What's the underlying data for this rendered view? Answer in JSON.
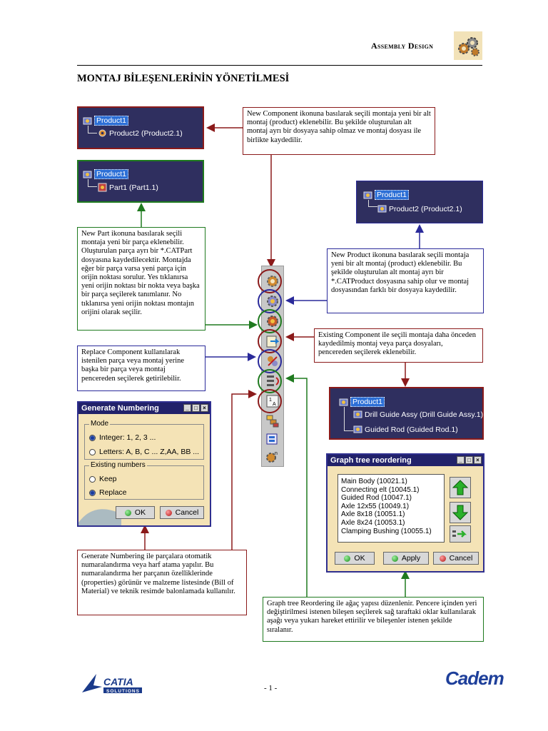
{
  "header": {
    "title": "Assembly Design",
    "icon": "gears-icon"
  },
  "page_title": "MONTAJ BİLEŞENLERİNİN YÖNETİLMESİ",
  "trees": {
    "component": {
      "root": "Product1",
      "child": "Product2 (Product2.1)"
    },
    "part": {
      "root": "Product1",
      "child": "Part1 (Part1.1)"
    },
    "product": {
      "root": "Product1",
      "child": "Product2 (Product2.1)"
    },
    "existing": {
      "root": "Product1",
      "child1": "Drill Guide Assy (Drill Guide Assy.1)",
      "child2": "Guided Rod (Guided Rod.1)"
    }
  },
  "notes": {
    "new_component": "New Component ikonuna basılarak seçili montaja yeni bir alt montaj (product) eklenebilir. Bu şekilde oluşturulan alt montaj ayrı bir dosyaya sahip olmaz ve montaj dosyası ile birlikte kaydedilir.",
    "new_part": "New Part ikonuna basılarak seçili montaja yeni bir parça eklenebilir. Oluşturulan parça ayrı bir *.CATPart dosyasına kaydedilecektir. Montajda eğer bir parça varsa yeni parça için orijin noktası sorulur. Yes tıklanırsa yeni orijin noktası bir nokta veya başka bir parça seçilerek tanımlanır. No tıklanırsa yeni orijin noktası montajın orijini olarak seçilir.",
    "new_product": "New Product ikonuna basılarak seçili montaja yeni bir alt montaj (product) eklenebilir. Bu şekilde oluşturulan alt montaj ayrı bir *.CATProduct dosyasına sahip olur ve montaj dosyasından farklı bir dosyaya kaydedilir.",
    "existing_component": "Existing Component ile seçili montaja daha önceden kaydedilmiş montaj veya parça dosyaları, pencereden seçilerek eklenebilir.",
    "replace_component": "Replace Component kullanılarak istenilen parça veya montaj yerine başka bir parça veya montaj pencereden seçilerek getirilebilir.",
    "generate_numbering": "Generate Numbering ile parçalara otomatik numaralandırma veya harf atama yapılır. Bu numaralandırma her parçanın özelliklerinde (properties) görünür ve  malzeme listesinde (Bill of Material) ve teknik resimde balonlamada kullanılır.",
    "graph_tree": "Graph tree Reordering ile ağaç yapısı düzenlenir. Pencere içinden yeri değiştirilmesi istenen bileşen seçilerek sağ taraftaki oklar kullanılarak aşağı veya yukarı hareket ettirilir ve bileşenler istenen şekilde sıralanır."
  },
  "toolbar": {
    "icons": [
      "new-component-icon",
      "new-product-icon",
      "new-part-icon",
      "existing-component-icon",
      "replace-component-icon",
      "graph-tree-reordering-icon",
      "generate-numbering-icon",
      "selective-load-icon",
      "manage-representations-icon",
      "multi-instantiation-icon"
    ]
  },
  "gen_dialog": {
    "title": "Generate Numbering",
    "mode_label": "Mode",
    "opt_integer": "Integer: 1, 2, 3 ...",
    "opt_letters": "Letters: A, B, C ... Z,AA, BB ...",
    "existing_label": "Existing numbers",
    "opt_keep": "Keep",
    "opt_replace": "Replace",
    "ok": "OK",
    "cancel": "Cancel"
  },
  "graph_dialog": {
    "title": "Graph tree reordering",
    "items": [
      "Main Body (10021.1)",
      "Connecting elt (10045.1)",
      "Guided Rod (10047.1)",
      "Axle 12x55 (10049.1)",
      "Axle 8x18 (10051.1)",
      "Axle 8x24 (10053.1)",
      "Clamping Bushing (10055.1)"
    ],
    "ok": "OK",
    "apply": "Apply",
    "cancel": "Cancel"
  },
  "footer": {
    "page": "- 1 -",
    "logo_left": "CATIA",
    "logo_left_sub": "SOLUTIONS",
    "logo_right": "Cadem"
  },
  "colors": {
    "red": "#8b1a1a",
    "blue": "#2a2a9a",
    "green": "#1f7a1f",
    "tree_bg": "#2f2f5f",
    "dialog_bg": "#f4e3b6"
  }
}
